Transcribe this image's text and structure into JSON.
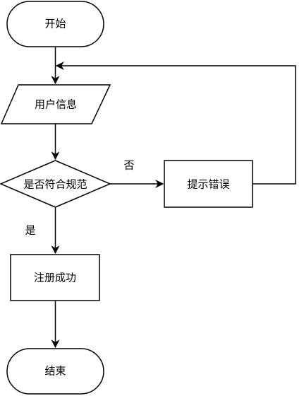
{
  "diagram": {
    "nodes": {
      "start": {
        "label": "开始"
      },
      "user_info": {
        "label": "用户信息"
      },
      "check": {
        "label": "是否符合规范"
      },
      "error": {
        "label": "提示错误"
      },
      "register": {
        "label": "注册成功"
      },
      "end": {
        "label": "结束"
      }
    },
    "edges": {
      "no_label": "否",
      "yes_label": "是"
    },
    "colors": {
      "stroke": "#000000",
      "fill": "#ffffff",
      "text": "#000000"
    }
  }
}
